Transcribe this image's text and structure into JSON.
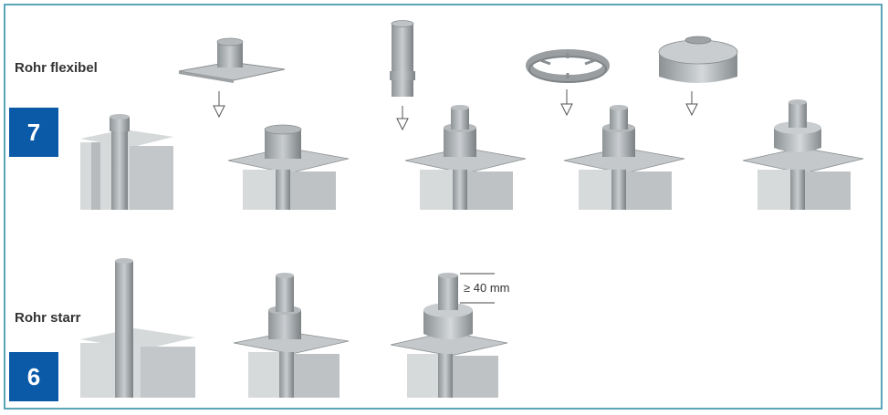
{
  "rows": {
    "flexible": {
      "title": "Rohr flexibel",
      "badge": "7"
    },
    "rigid": {
      "title": "Rohr starr",
      "badge": "6"
    }
  },
  "dimension": {
    "label": "≥ 40 mm"
  },
  "colors": {
    "frame": "#5aa6b8",
    "badge": "#0a5aa8"
  }
}
